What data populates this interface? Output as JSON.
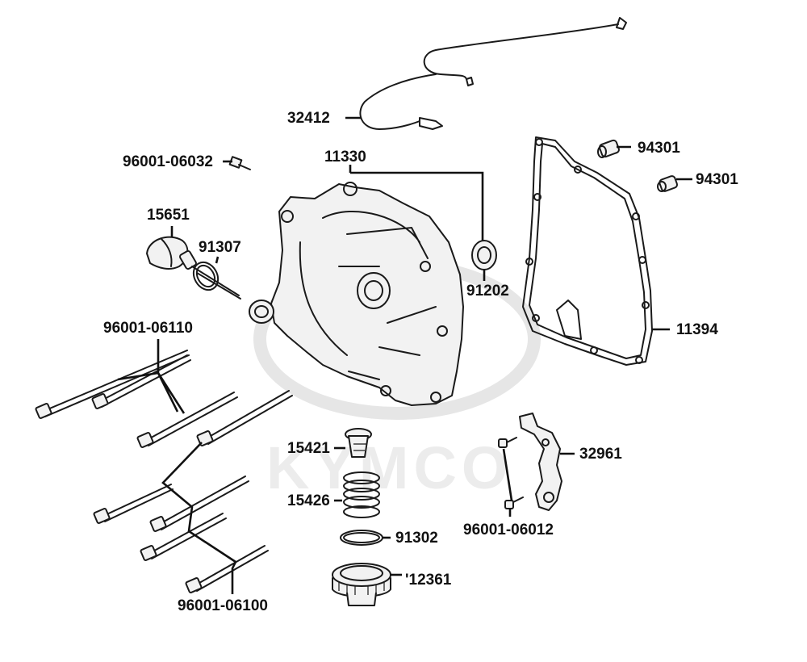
{
  "watermark": {
    "brand": "KYMCO",
    "color": "#e6e6e6"
  },
  "labels": {
    "p32412": "32412",
    "p96001_06032": "96001-06032",
    "p11330": "11330",
    "p94301_a": "94301",
    "p94301_b": "94301",
    "p15651": "15651",
    "p91307": "91307",
    "p91202": "91202",
    "p11394": "11394",
    "p96001_06110": "96001-06110",
    "p15421": "15421",
    "p32961": "32961",
    "p15426": "15426",
    "p96001_06012": "96001-06012",
    "p91302": "91302",
    "p12361": "'12361",
    "p96001_06100": "96001-06100"
  },
  "colors": {
    "line": "#1a1a1a",
    "text": "#111111",
    "background": "#ffffff"
  }
}
